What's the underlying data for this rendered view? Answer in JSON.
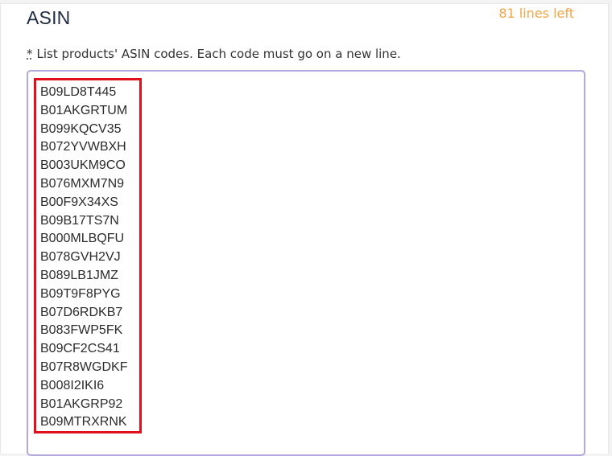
{
  "header": {
    "title": "ASIN",
    "lines_left": "81 lines left"
  },
  "hint": {
    "required_marker": "*",
    "text": "List products' ASIN codes. Each code must go on a new line."
  },
  "asin_input": {
    "values": [
      "B09LD8T445",
      "B01AKGRTUM",
      "B099KQCV35",
      "B072YVWBXH",
      "B003UKM9CO",
      "B076MXM7N9",
      "B00F9X34XS",
      "B09B17TS7N",
      "B000MLBQFU",
      "B078GVH2VJ",
      "B089LB1JMZ",
      "B09T9F8PYG",
      "B07D6RDKB7",
      "B083FWP5FK",
      "B09CF2CS41",
      "B07R8WGDKF",
      "B008I2IKI6",
      "B01AKGRP92",
      "B09MTRXRNK"
    ]
  },
  "colors": {
    "title": "#1f2a44",
    "lines_left": "#f2a646",
    "textarea_border": "#b4a8dc",
    "highlight": "#e0101c"
  }
}
